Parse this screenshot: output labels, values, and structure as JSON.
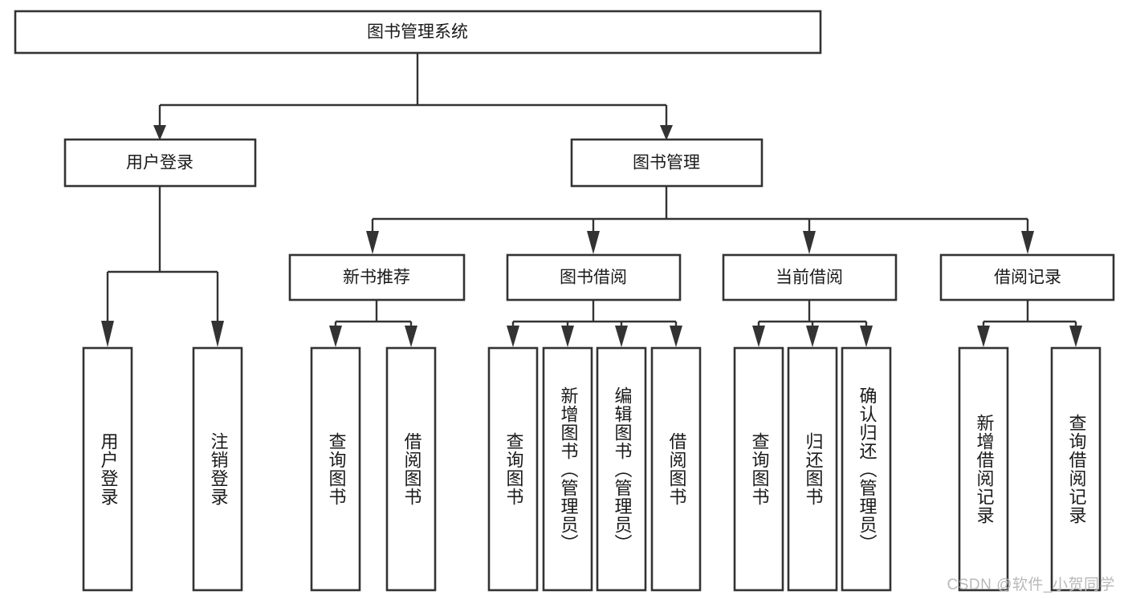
{
  "diagram": {
    "type": "tree-hierarchy-chart",
    "title": "图书管理系统",
    "orientation": "top-down",
    "colors": {
      "box_fill": "#ffffff",
      "box_stroke": "#333333",
      "text": "#1a1a1a",
      "watermark": "#b9b9b9",
      "background": "#ffffff"
    },
    "levels": {
      "level1": {
        "label": "图书管理系统"
      },
      "level2": [
        {
          "label": "用户登录"
        },
        {
          "label": "图书管理"
        }
      ],
      "level3": [
        {
          "label": "新书推荐"
        },
        {
          "label": "图书借阅"
        },
        {
          "label": "当前借阅"
        },
        {
          "label": "借阅记录"
        }
      ]
    },
    "leaves": {
      "user_login": [
        {
          "label": "用户登录"
        },
        {
          "label": "注销登录"
        }
      ],
      "new_book_recommend": [
        {
          "label": "查询图书"
        },
        {
          "label": "借阅图书"
        }
      ],
      "book_borrow": [
        {
          "label": "查询图书"
        },
        {
          "label": "新增图书（管理员）"
        },
        {
          "label": "编辑图书（管理员）"
        },
        {
          "label": "借阅图书"
        }
      ],
      "current_borrow": [
        {
          "label": "查询图书"
        },
        {
          "label": "归还图书"
        },
        {
          "label": "确认归还（管理员）"
        }
      ],
      "borrow_record": [
        {
          "label": "新增借阅记录"
        },
        {
          "label": "查询借阅记录"
        }
      ]
    },
    "watermark": "CSDN @软件_小贺同学"
  }
}
